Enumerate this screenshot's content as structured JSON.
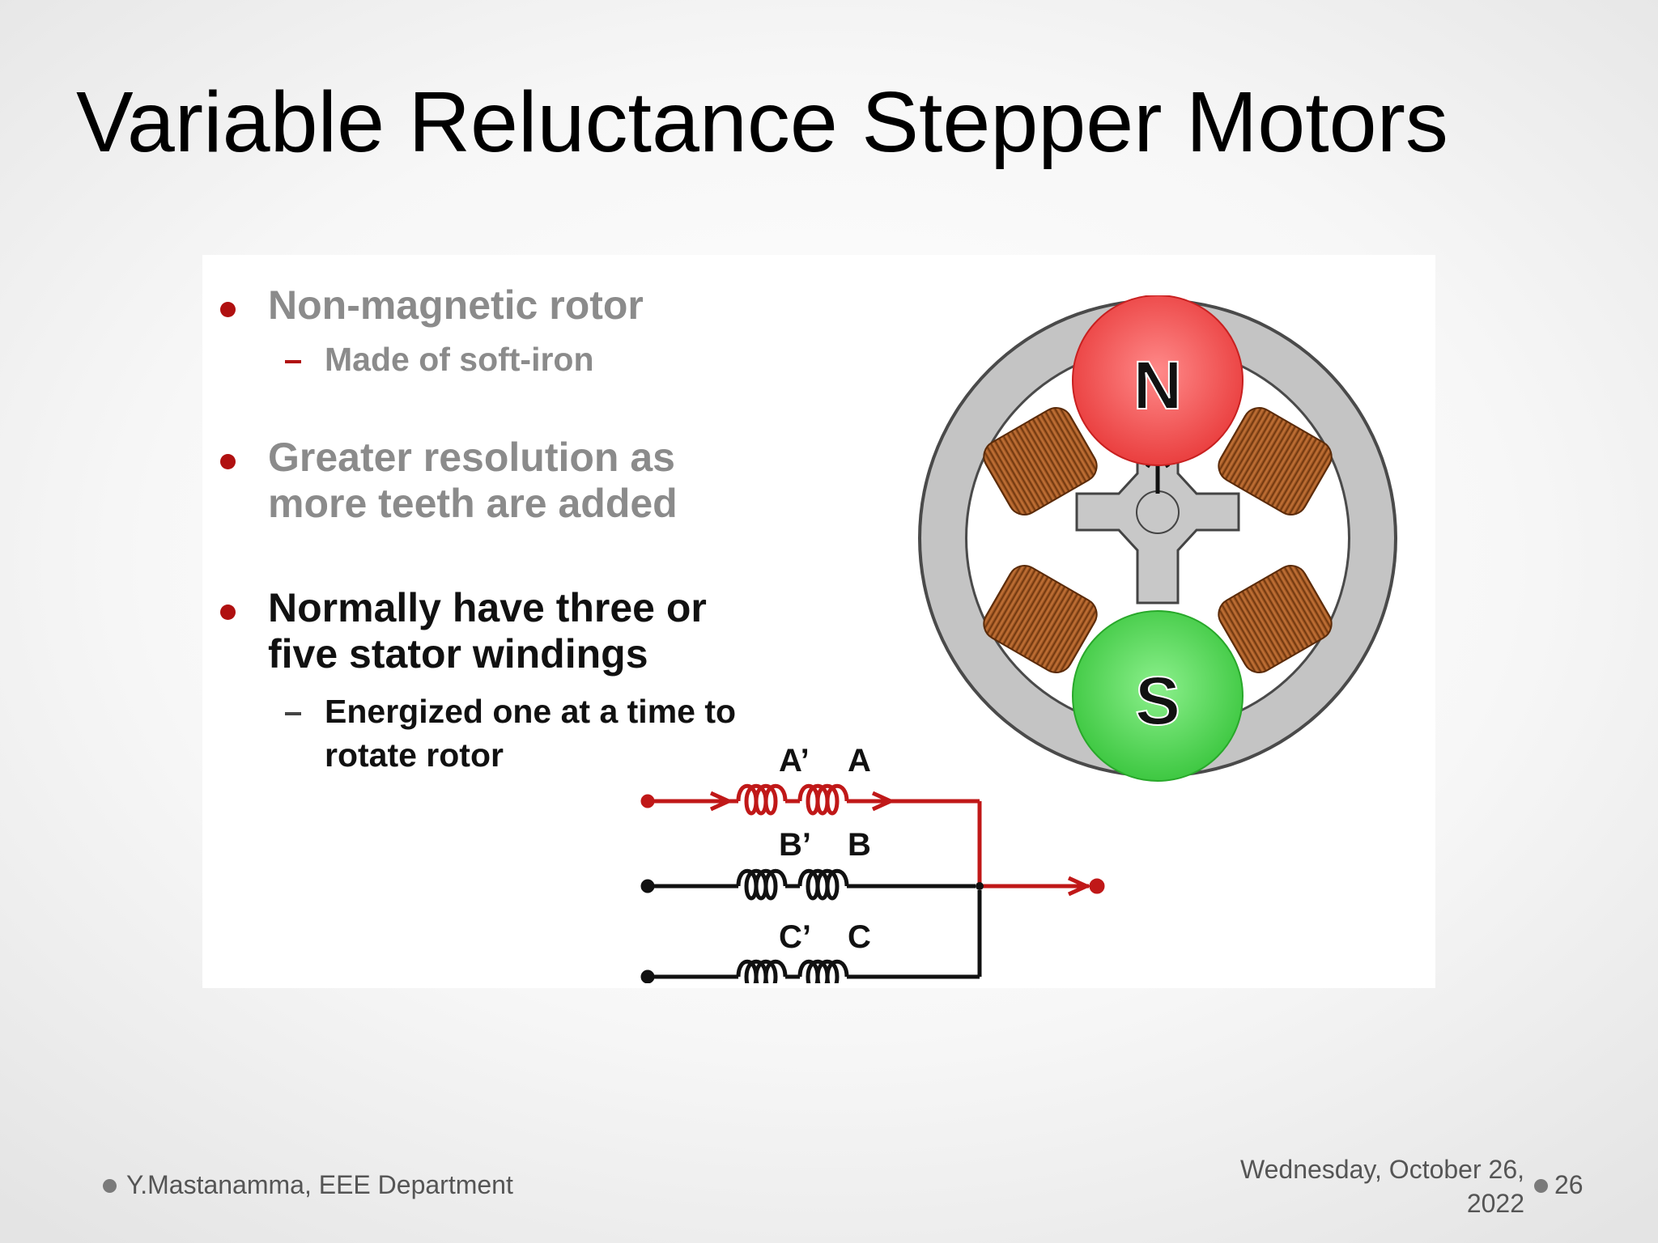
{
  "title": "Variable Reluctance Stepper Motors",
  "bullets": [
    {
      "text_line1": "Non-magnetic rotor",
      "sub": "Made of soft-iron"
    },
    {
      "text_line1": "Greater resolution as",
      "text_line2": "more teeth are added"
    },
    {
      "text_line1": "Normally have three or",
      "text_line2": "five stator windings",
      "sub_line1": "Energized one at a time to",
      "sub_line2": "rotate rotor"
    }
  ],
  "motor": {
    "north_label": "N",
    "south_label": "S",
    "north_color": "#f04848",
    "south_color": "#4fd453"
  },
  "circuit": {
    "labels": [
      "A’",
      "A",
      "B’",
      "B",
      "C’",
      "C"
    ],
    "active_color": "#c01818"
  },
  "footer": {
    "author": "Y.Mastanamma, EEE Department",
    "date_line1": "Wednesday, October 26,",
    "date_line2": "2022",
    "page": "26"
  }
}
